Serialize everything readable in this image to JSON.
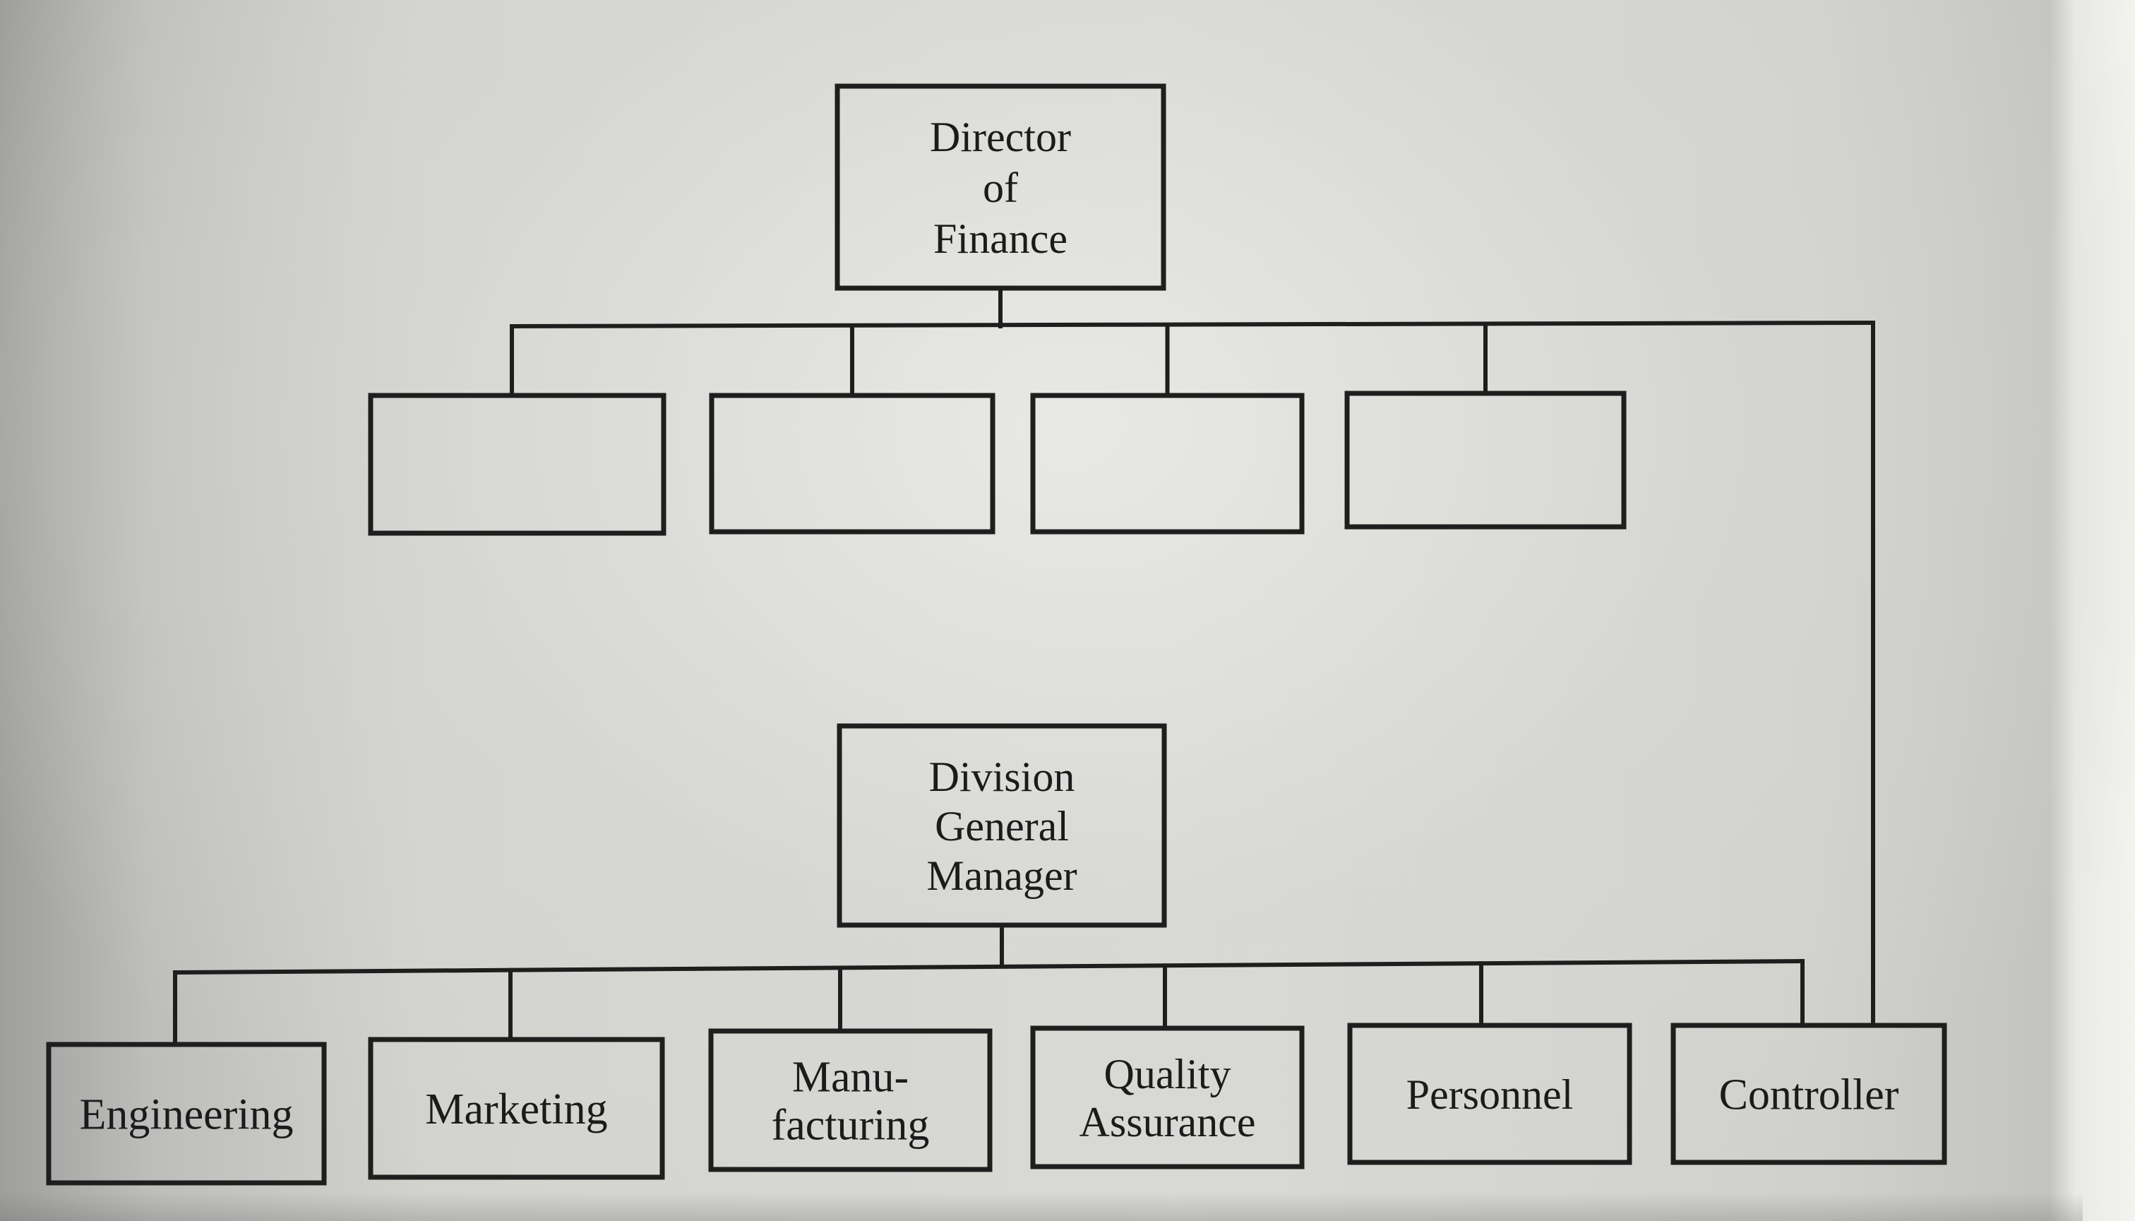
{
  "org_chart": {
    "top": {
      "name": "director-of-finance",
      "lines": [
        "Director",
        "of",
        "Finance"
      ]
    },
    "finance_unlabeled_boxes": 4,
    "middle": {
      "name": "division-general-manager",
      "lines": [
        "Division",
        "General",
        "Manager"
      ]
    },
    "departments": [
      {
        "name": "engineering",
        "lines": [
          "Engineering"
        ]
      },
      {
        "name": "marketing",
        "lines": [
          "Marketing"
        ]
      },
      {
        "name": "manufacturing",
        "lines": [
          "Manu-",
          "facturing"
        ]
      },
      {
        "name": "quality-assurance",
        "lines": [
          "Quality",
          "Assurance"
        ]
      },
      {
        "name": "personnel",
        "lines": [
          "Personnel"
        ]
      },
      {
        "name": "controller",
        "lines": [
          "Controller"
        ]
      }
    ]
  },
  "colors": {
    "ink": "#1e1e1e",
    "paper": "#d6d6d3"
  }
}
